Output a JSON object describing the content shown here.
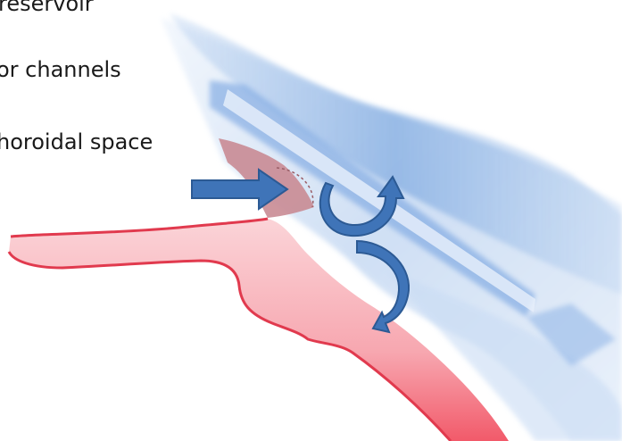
{
  "labels": {
    "reservoir": "reservoir",
    "channels": "or channels",
    "choroidal_space": "horoidal space"
  },
  "colors": {
    "sclera_blue": "#6f9fdc",
    "sclera_light": "#dbe8f8",
    "iris_red": "#f25a6a",
    "iris_pink": "#fbd4d8",
    "implant_mauve": "#c98b93",
    "arrow_fill": "#3f74b8",
    "arrow_stroke": "#2c5a94"
  },
  "icons": {
    "inflow_arrow": "right-arrow-icon",
    "upper_flow": "curved-arrow-icon",
    "lower_flow": "curved-arrow-icon"
  }
}
